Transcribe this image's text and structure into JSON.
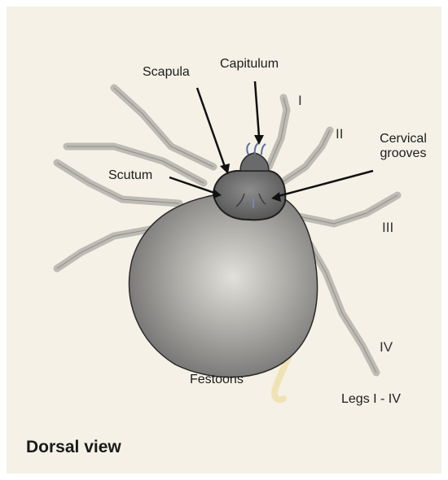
{
  "title": "Dorsal view",
  "labels": {
    "capitulum": "Capitulum",
    "scapula": "Scapula",
    "cervical_grooves_line1": "Cervical",
    "cervical_grooves_line2": "grooves",
    "scutum": "Scutum",
    "festoons": "Festoons",
    "legs_range": "Legs I - IV"
  },
  "leg_numerals": [
    "I",
    "II",
    "III",
    "IV"
  ],
  "colors": {
    "paper": "#f5f1e6",
    "body_shade": "#6e6e6e",
    "outline": "#2a2a2a",
    "leg": "#c9c7c0"
  }
}
